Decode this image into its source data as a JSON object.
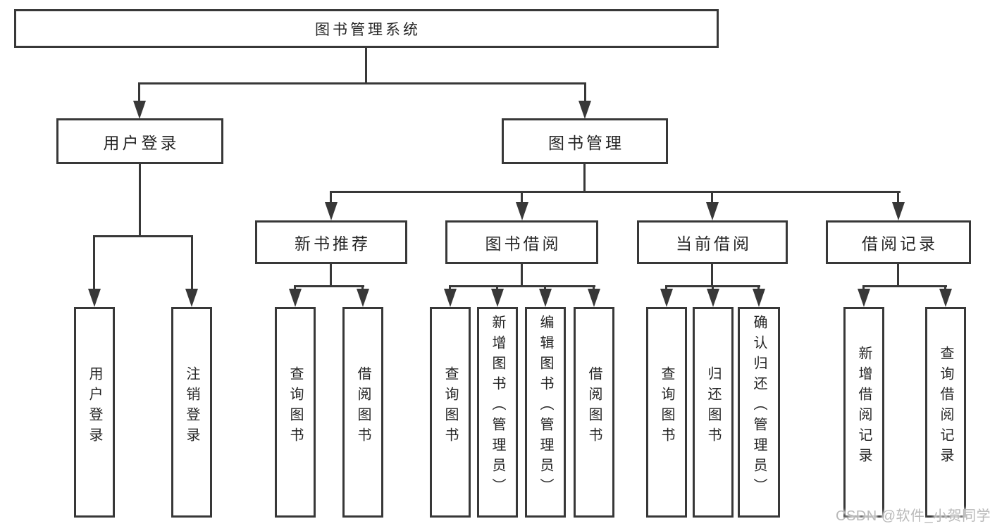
{
  "diagram": {
    "root": {
      "label": "图书管理系统"
    },
    "branches": [
      {
        "label": "用户登录",
        "children": [
          {
            "label": "用户登录"
          },
          {
            "label": "注销登录"
          }
        ]
      },
      {
        "label": "图书管理",
        "children": [
          {
            "label": "新书推荐",
            "children": [
              {
                "label": "查询图书"
              },
              {
                "label": "借阅图书"
              }
            ]
          },
          {
            "label": "图书借阅",
            "children": [
              {
                "label": "查询图书"
              },
              {
                "label": "新增图书（管理员）"
              },
              {
                "label": "编辑图书（管理员）"
              },
              {
                "label": "借阅图书"
              }
            ]
          },
          {
            "label": "当前借阅",
            "children": [
              {
                "label": "查询图书"
              },
              {
                "label": "归还图书"
              },
              {
                "label": "确认归还（管理员）"
              }
            ]
          },
          {
            "label": "借阅记录",
            "children": [
              {
                "label": "新增借阅记录"
              },
              {
                "label": "查询借阅记录"
              }
            ]
          }
        ]
      }
    ]
  },
  "watermark": {
    "text": "CSDN @软件_小贺同学"
  },
  "colors": {
    "line": "#383838",
    "text": "#252525",
    "background": "#ffffff",
    "watermark": "#b9b9b9"
  }
}
